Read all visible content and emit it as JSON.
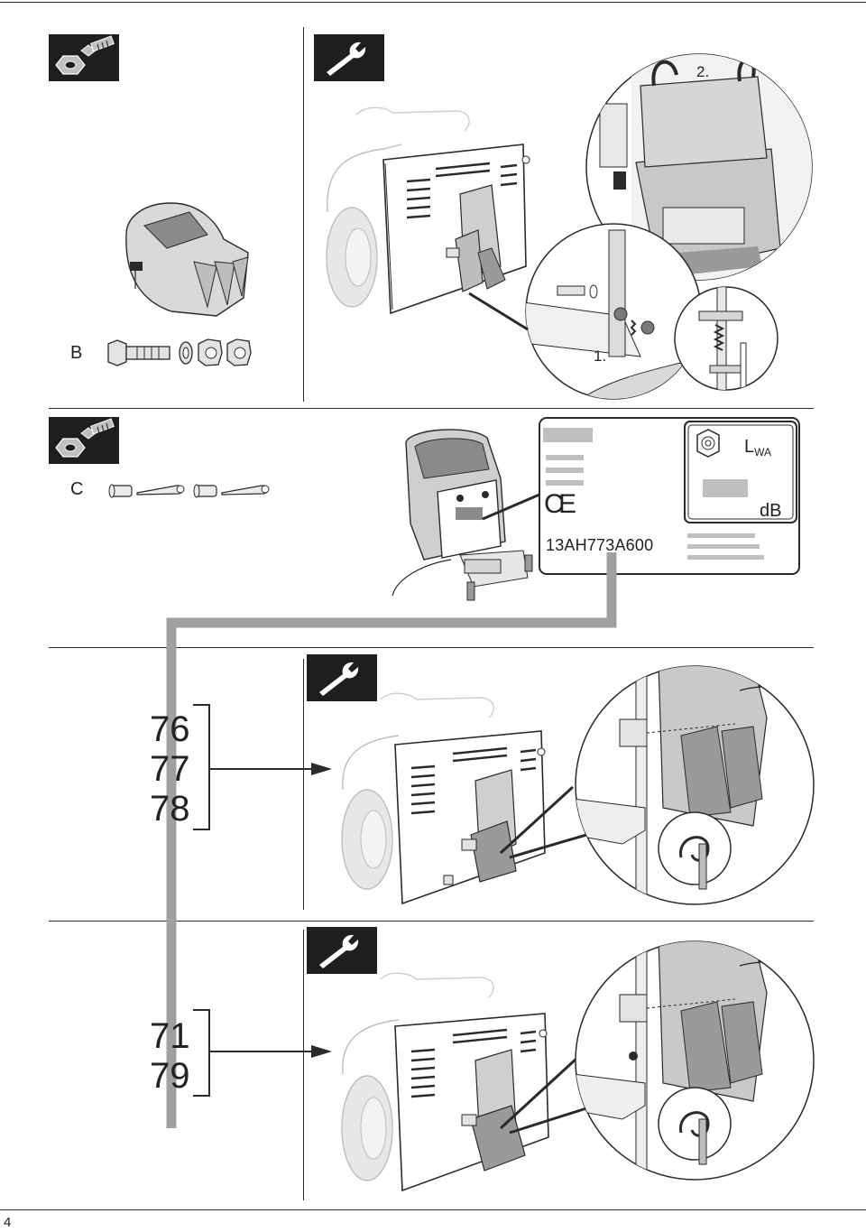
{
  "page_number": "4",
  "step_b": {
    "letter": "B"
  },
  "step_c": {
    "letter": "C"
  },
  "label": {
    "part_code": "13AH773A600",
    "sound_unit": "L",
    "sound_sub": "WA",
    "db_unit": "dB"
  },
  "references_1": [
    "76",
    "77",
    "78"
  ],
  "references_2": [
    "71",
    "79"
  ],
  "callouts": {
    "one": "1.",
    "two": "2."
  },
  "colors": {
    "line": "#2a2a2a",
    "gray_bar": "#a0a0a0",
    "part_fill": "#d4d4d4",
    "dark_fill": "#8a8a8a"
  },
  "icons": {
    "hardware": "bolt-nut-icon",
    "tool": "wrench-icon"
  }
}
